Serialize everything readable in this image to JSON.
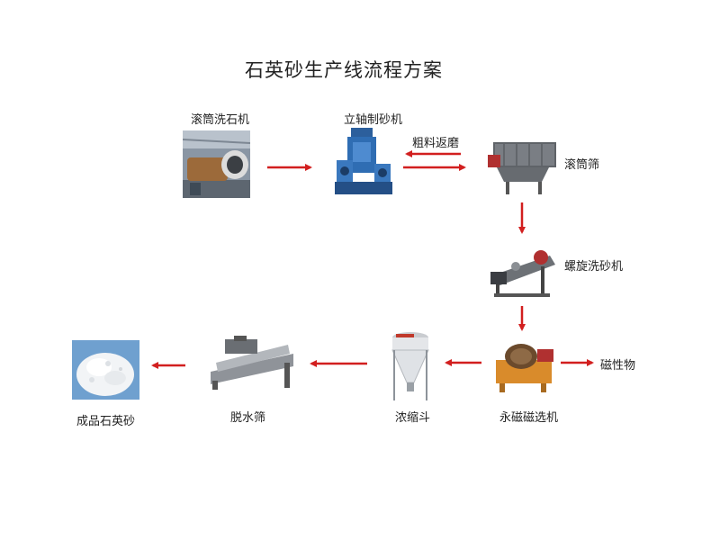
{
  "title": "石英砂生产线流程方案",
  "nodes": {
    "drum_washer": "滚筒洗石机",
    "vsi_crusher": "立轴制砂机",
    "drum_screen": "滚筒筛",
    "spiral_washer": "螺旋洗砂机",
    "magnetic_separator": "永磁磁选机",
    "magnetic_material": "磁性物",
    "thickener": "浓缩斗",
    "dewatering_screen": "脱水筛",
    "product": "成品石英砂"
  },
  "edges": {
    "coarse_return": "粗料返磨"
  },
  "colors": {
    "arrow": "#d21f1f",
    "machine_blue": "#2f6db3",
    "machine_grey": "#6f7378",
    "machine_orange": "#d98b2b"
  }
}
